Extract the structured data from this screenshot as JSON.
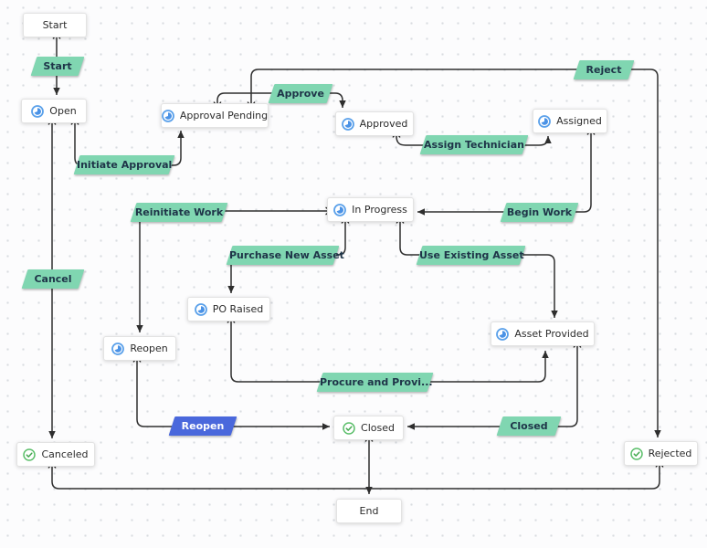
{
  "colors": {
    "canvas_bg": "#fcfcfd",
    "dot": "#d9dce0",
    "edge": "#2e2e2e",
    "node_border": "#e3e3e3",
    "transition_green": "#80d6b1",
    "transition_blue": "#4a68dc",
    "icon_blue_ring": "#5ba1ea",
    "icon_blue_fill": "#4a92e6",
    "icon_green_ring": "#5cbf6b",
    "icon_green_check": "#43a84f"
  },
  "nodes": [
    {
      "label": "Start",
      "icon": "none"
    },
    {
      "label": "Open",
      "icon": "state-blue-icon"
    },
    {
      "label": "Approval Pending",
      "icon": "state-blue-icon"
    },
    {
      "label": "Approved",
      "icon": "state-blue-icon"
    },
    {
      "label": "Assigned",
      "icon": "state-blue-icon"
    },
    {
      "label": "In Progress",
      "icon": "state-blue-icon"
    },
    {
      "label": "PO Raised",
      "icon": "state-blue-icon"
    },
    {
      "label": "Asset Provided",
      "icon": "state-blue-icon"
    },
    {
      "label": "Reopen",
      "icon": "state-blue-icon"
    },
    {
      "label": "Closed",
      "icon": "check-green-icon"
    },
    {
      "label": "Canceled",
      "icon": "check-green-icon"
    },
    {
      "label": "Rejected",
      "icon": "check-green-icon"
    },
    {
      "label": "End",
      "icon": "none"
    }
  ],
  "transitions": [
    {
      "label": "Start",
      "color": "green"
    },
    {
      "label": "Initiate Approval",
      "color": "green"
    },
    {
      "label": "Approve",
      "color": "green"
    },
    {
      "label": "Reject",
      "color": "green"
    },
    {
      "label": "Assign Technician",
      "color": "green"
    },
    {
      "label": "Begin Work",
      "color": "green"
    },
    {
      "label": "Reinitiate Work",
      "color": "green"
    },
    {
      "label": "Purchase New Asset",
      "color": "green"
    },
    {
      "label": "Use Existing Asset",
      "color": "green"
    },
    {
      "label": "Cancel",
      "color": "green"
    },
    {
      "label": "Procure and Provi...",
      "color": "green"
    },
    {
      "label": "Reopen",
      "color": "blue"
    },
    {
      "label": "Closed",
      "color": "green"
    }
  ]
}
